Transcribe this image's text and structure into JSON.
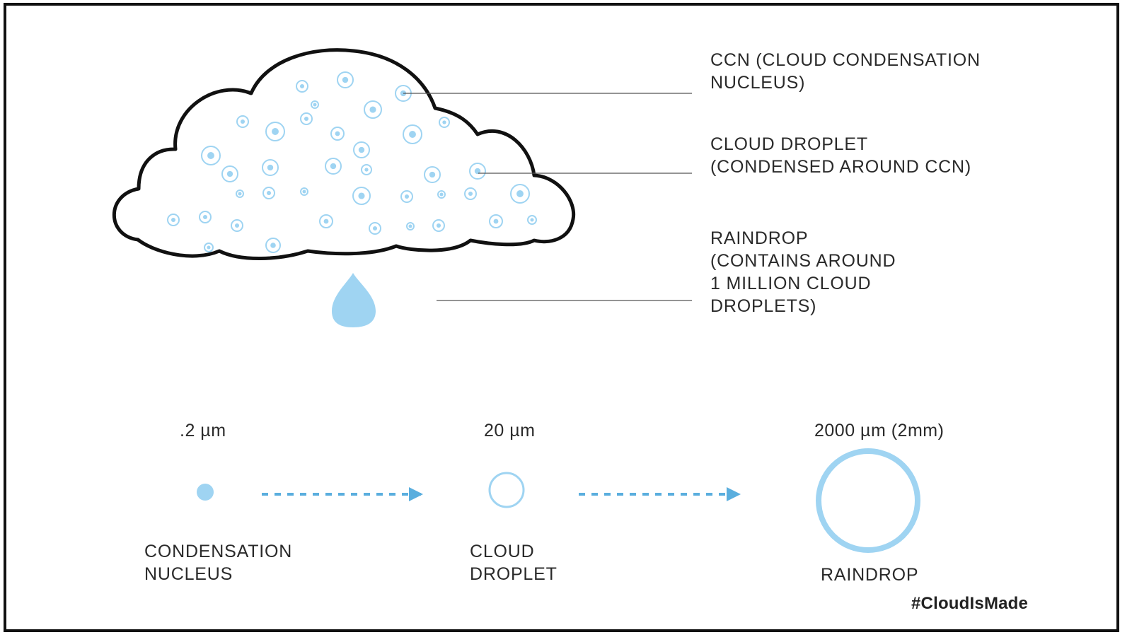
{
  "colors": {
    "accent": "#9fd4f2",
    "accent_strong": "#5aaede",
    "outline": "#111111",
    "text": "#2a2a2a"
  },
  "annotations": {
    "ccn": "CCN (CLOUD CONDENSATION\nNUCLEUS)",
    "cloud_droplet": "CLOUD DROPLET\n(CONDENSED AROUND CCN)",
    "raindrop": "RAINDROP\n(CONTAINS AROUND\n1 MILLION CLOUD\nDROPLETS)"
  },
  "scale": {
    "nucleus": {
      "size": ".2 µm",
      "label": "CONDENSATION\nNUCLEUS"
    },
    "droplet": {
      "size": "20 µm",
      "label": "CLOUD\nDROPLET"
    },
    "raindrop": {
      "size": "2000 µm (2mm)",
      "label": "RAINDROP"
    }
  },
  "hashtag": "#CloudIsMade"
}
